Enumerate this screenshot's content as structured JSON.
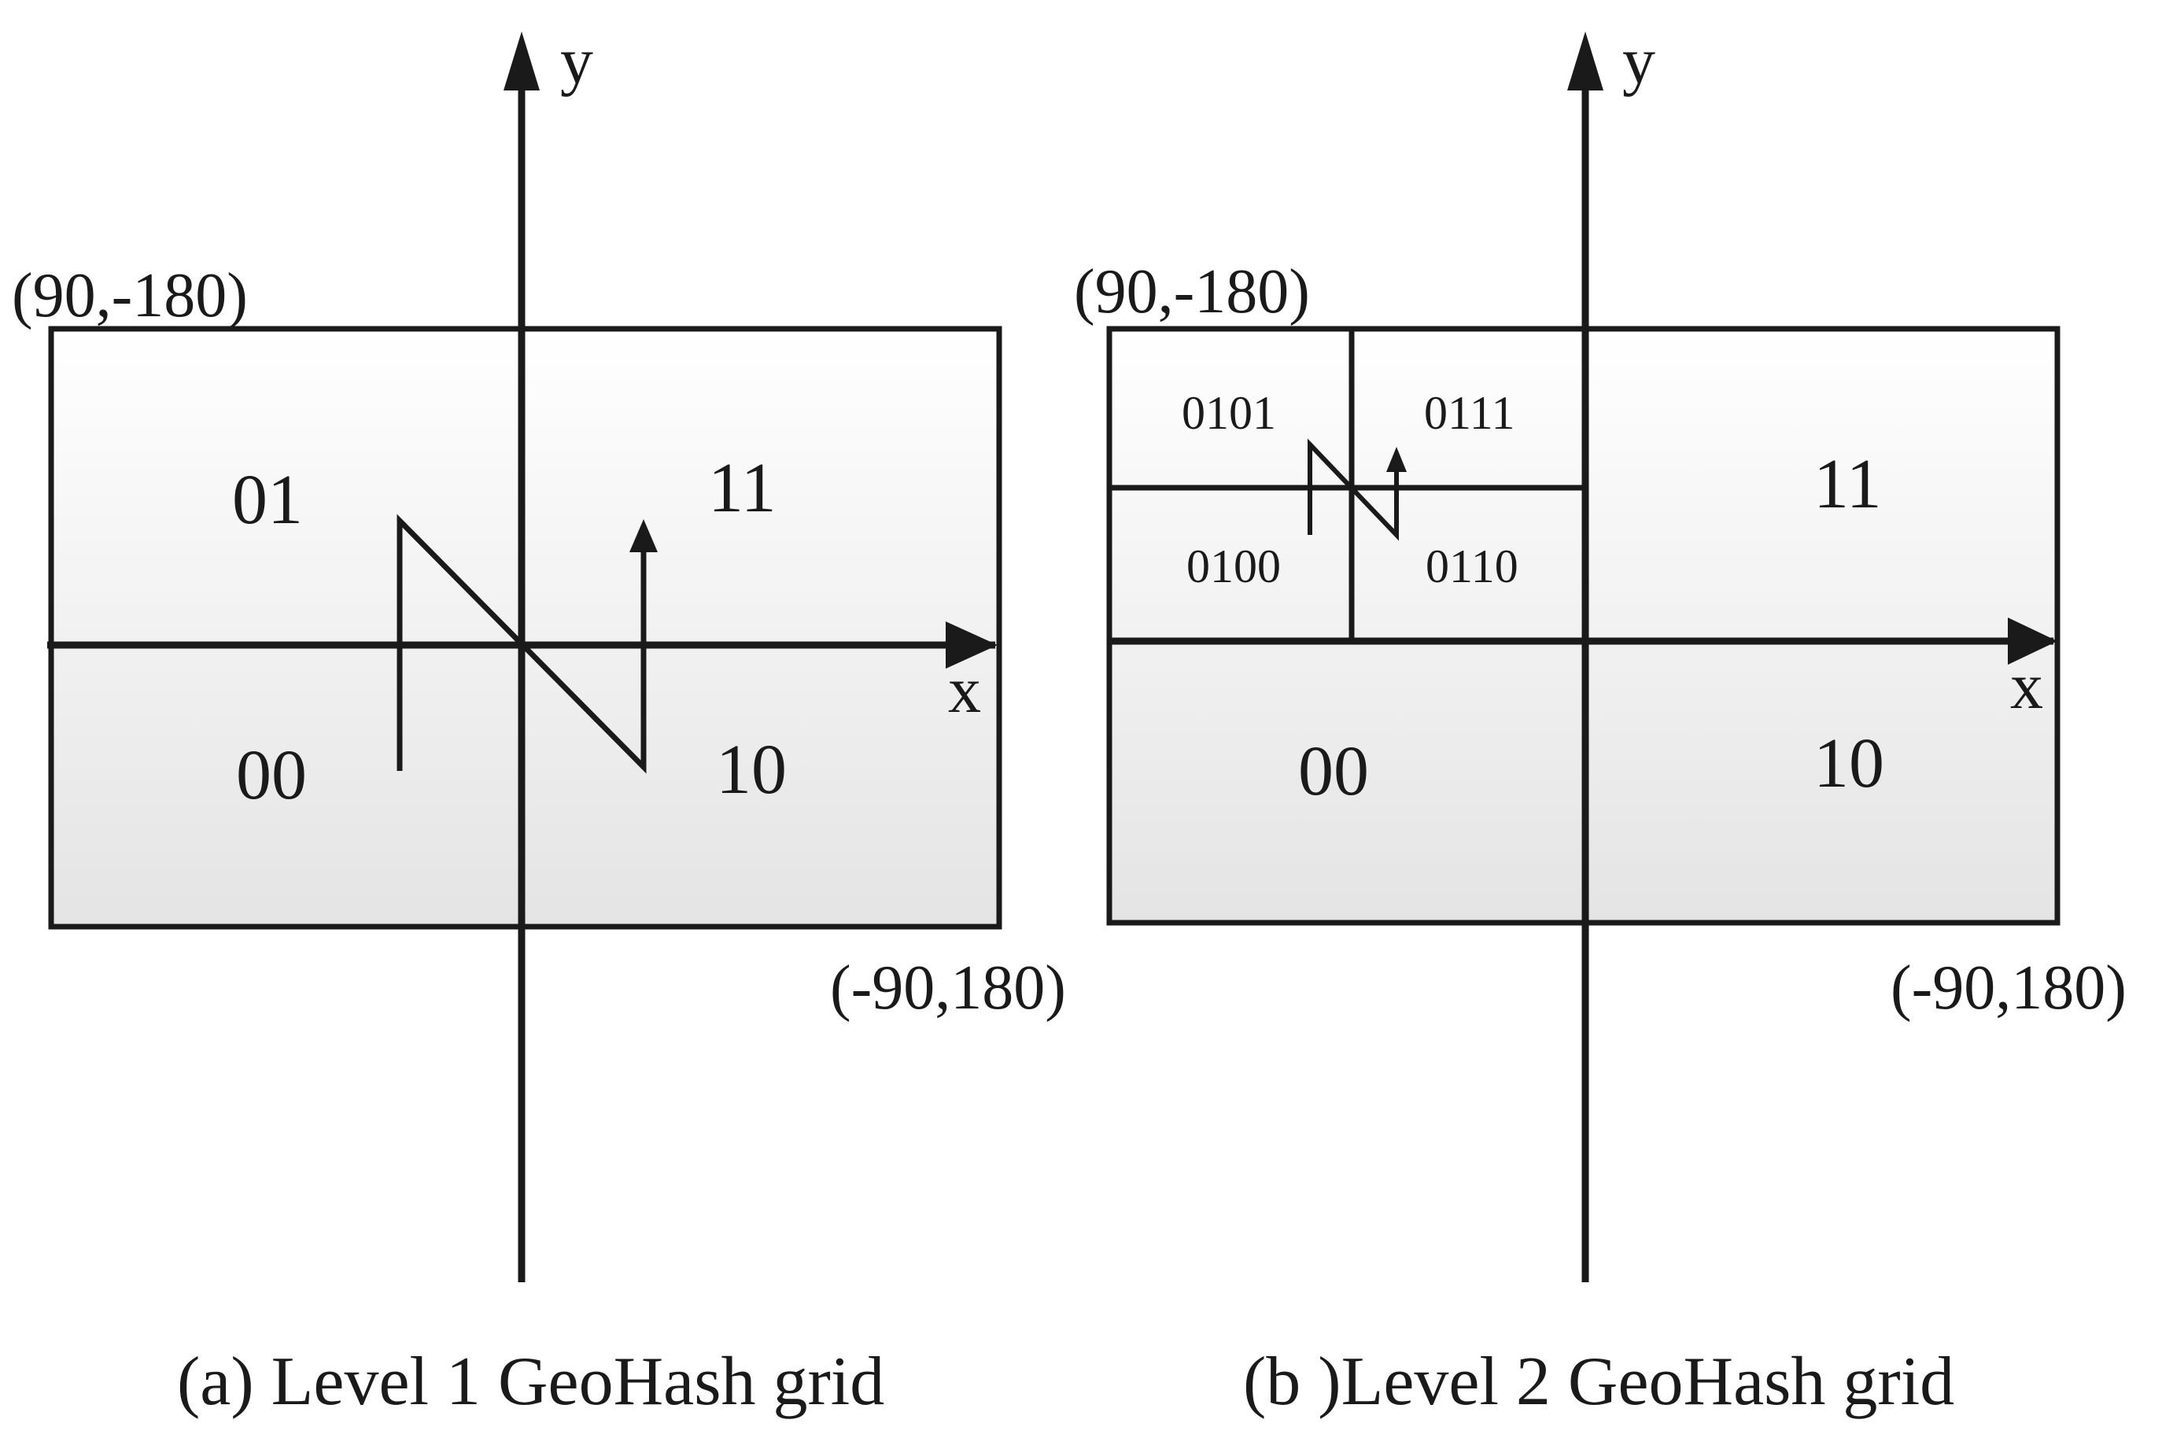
{
  "panels": [
    {
      "caption": "(a) Level 1 GeoHash grid",
      "axis_x": "x",
      "axis_y": "y",
      "corner_top_left": "(90,-180)",
      "corner_bottom_right": "(-90,180)",
      "cells": {
        "top_left": "01",
        "top_right": "11",
        "bottom_left": "00",
        "bottom_right": "10"
      }
    },
    {
      "caption": "(b )Level 2 GeoHash grid",
      "axis_x": "x",
      "axis_y": "y",
      "corner_top_left": "(90,-180)",
      "corner_bottom_right": "(-90,180)",
      "cells": {
        "top_right": "11",
        "bottom_left": "00",
        "bottom_right": "10"
      },
      "subcells": {
        "top_left": "0101",
        "top_right": "0111",
        "bottom_left": "0100",
        "bottom_right": "0110"
      }
    }
  ],
  "colors": {
    "line": "#1a1a1a",
    "fill_top": "#ffffff",
    "fill_bottom": "#e6e6e6"
  }
}
